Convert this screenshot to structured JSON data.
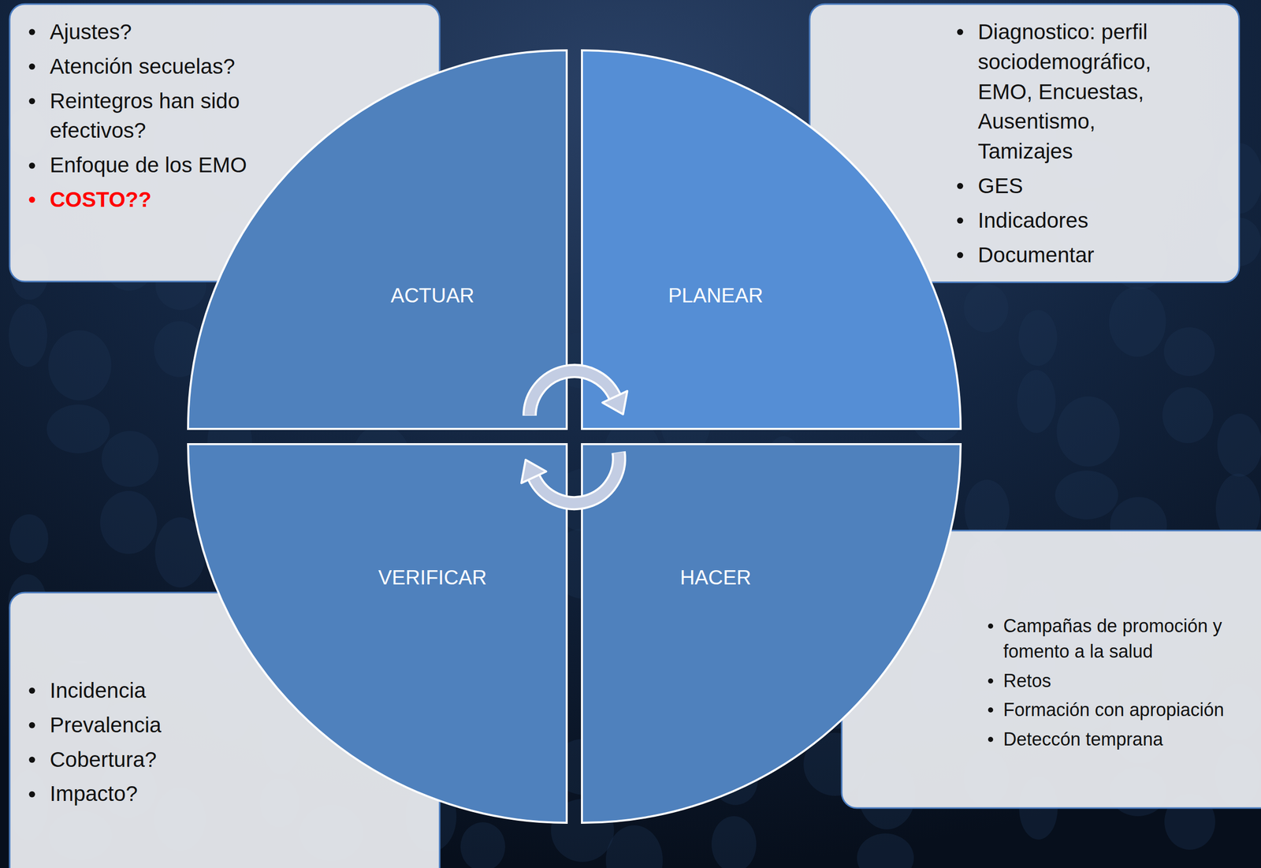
{
  "diagram": {
    "nodes": [
      {
        "text": [
          "Ajustes?",
          "Atención secuelas?",
          "Reintegros han sido efectivos?",
          "Enfoque de los EMO",
          "COSTO??"
        ]
      },
      {
        "text": [
          "Diagnostico: perfil sociodemográfico, EMO, Encuestas, Ausentismo, Tamizajes",
          "GES",
          "Indicadores",
          "Documentar"
        ]
      },
      {
        "text": [
          "ACTUAR"
        ]
      },
      {
        "text": [
          "PLANEAR"
        ]
      },
      {
        "text": [
          "VERIFICAR"
        ]
      },
      {
        "text": [
          "HACER"
        ]
      },
      {
        "text": [
          "Campañas de promoción y fomento a la salud",
          "Retos",
          "Formación con apropiación",
          "Deteccón temprana"
        ]
      },
      {
        "text": [
          "Incidencia",
          "Prevalencia",
          "Cobertura?",
          "Impacto?"
        ]
      }
    ]
  }
}
